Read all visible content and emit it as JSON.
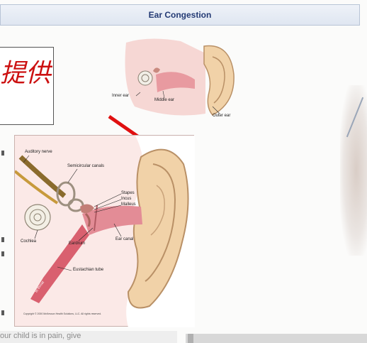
{
  "header": {
    "title": "Ear Congestion"
  },
  "callout": {
    "text": "提供"
  },
  "top_figure": {
    "labels": {
      "inner_ear": "Inner ear",
      "middle_ear": "Middle ear",
      "outer_ear": "Outer ear"
    }
  },
  "diagram": {
    "labels": {
      "auditory_nerve": "Auditory nerve",
      "semicircular_canals": "Semicircular canals",
      "stapes": "Stapes",
      "incus": "Incus",
      "malleus": "Malleus",
      "cochlea": "Cochlea",
      "eardrum": "Eardrum",
      "ear_canal": "Ear canal",
      "eustachian_tube": "Eustachian tube",
      "to_throat": "to throat"
    },
    "copyright": "Copyright © 2000 McKesson Health Solutions, LLC. All rights reserved."
  },
  "bottom": {
    "text": "our child is in pain, give"
  },
  "colors": {
    "header_text": "#233a74",
    "callout_text": "#cc1111",
    "arrow": "#e01010",
    "panel_bg": "#fbe9e7"
  },
  "icons": {
    "arrow": "red-arrow-icon"
  }
}
